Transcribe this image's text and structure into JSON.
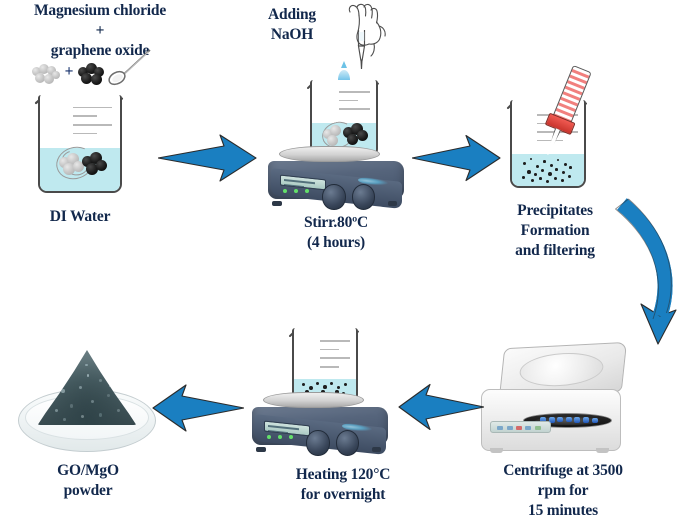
{
  "diagram": {
    "title": "GO/MgO synthesis process flow",
    "accent_color": "#1a7fc1",
    "text_color": "#12284c",
    "liquid_color": "#bfe9ef",
    "steps": [
      {
        "id": "precursors",
        "lines": [
          "Magnesium chloride",
          "+",
          "graphene oxide"
        ],
        "line1": "Magnesium chloride",
        "plus": "+",
        "line3": "graphene oxide"
      },
      {
        "id": "di-water",
        "caption": "DI Water"
      },
      {
        "id": "adding-naoh",
        "line1": "Adding",
        "line2": "NaOH"
      },
      {
        "id": "stirring",
        "line1": "Stirr.80ºC",
        "line2": "(4 hours)"
      },
      {
        "id": "precipitates",
        "line1": "Precipitates",
        "line2": "Formation",
        "line3": "and filtering"
      },
      {
        "id": "centrifuge",
        "line1": "Centrifuge at 3500",
        "line2": "rpm for",
        "line3": "15 minutes"
      },
      {
        "id": "heating",
        "line1": "Heating 120°C",
        "line2": "for overnight"
      },
      {
        "id": "product",
        "line1": "GO/MgO",
        "line2": "powder"
      }
    ]
  }
}
